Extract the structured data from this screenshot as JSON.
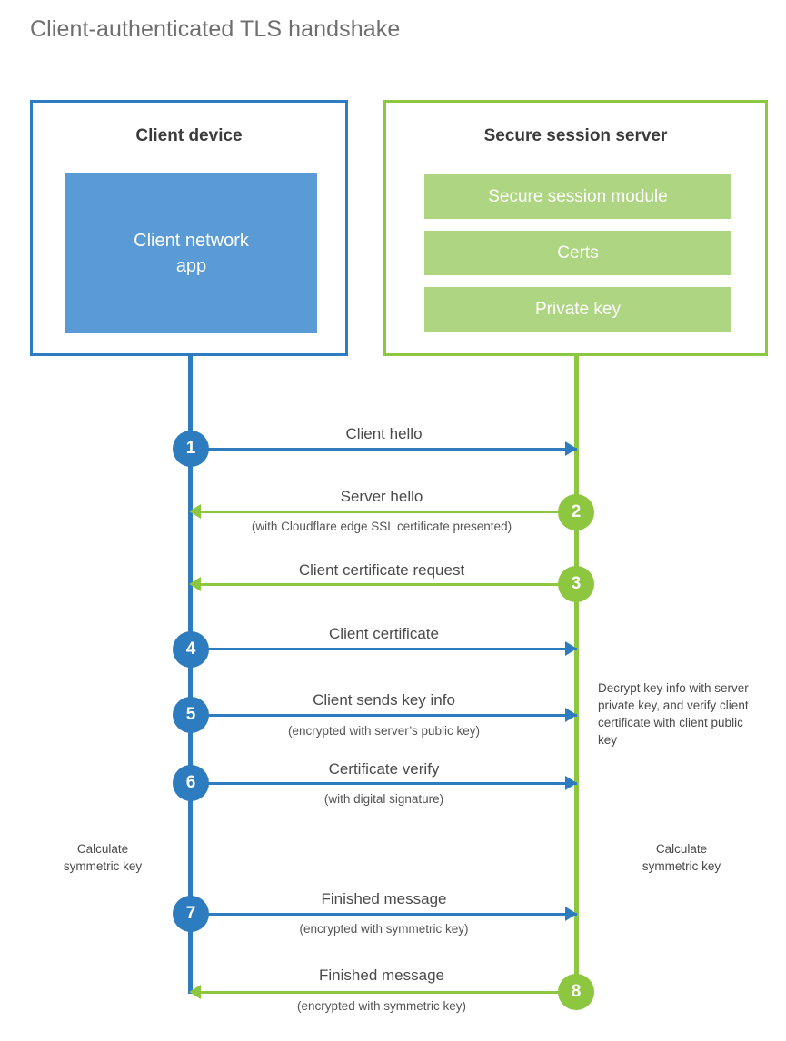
{
  "title": "Client-authenticated TLS handshake",
  "colors": {
    "client_blue": "#2e7cc0",
    "client_app_blue": "#5b9bd5",
    "server_green": "#8dc63f",
    "server_bar_green": "#aed581",
    "text_gray": "#4a4a4a"
  },
  "client": {
    "title": "Client device",
    "app_label": "Client network\napp",
    "app_label_line1": "Client network",
    "app_label_line2": "app"
  },
  "server": {
    "title": "Secure session server",
    "components": [
      {
        "label": "Secure session module"
      },
      {
        "label": "Certs"
      },
      {
        "label": "Private key"
      }
    ]
  },
  "steps": [
    {
      "number": "1",
      "side": "client",
      "direction": "right",
      "label": "Client hello",
      "sublabel": ""
    },
    {
      "number": "2",
      "side": "server",
      "direction": "left",
      "label": "Server hello",
      "sublabel": "(with Cloudflare edge SSL certificate presented)"
    },
    {
      "number": "3",
      "side": "server",
      "direction": "left",
      "label": "Client certificate request",
      "sublabel": ""
    },
    {
      "number": "4",
      "side": "client",
      "direction": "right",
      "label": "Client certificate",
      "sublabel": ""
    },
    {
      "number": "5",
      "side": "client",
      "direction": "right",
      "label": "Client sends key info",
      "sublabel": "(encrypted with server’s public key)"
    },
    {
      "number": "6",
      "side": "client",
      "direction": "right",
      "label": "Certificate verify",
      "sublabel": "(with digital signature)"
    },
    {
      "number": "7",
      "side": "client",
      "direction": "right",
      "label": "Finished message",
      "sublabel": "(encrypted with symmetric key)"
    },
    {
      "number": "8",
      "side": "server",
      "direction": "left",
      "label": "Finished message",
      "sublabel": "(encrypted with symmetric key)"
    }
  ],
  "notes": {
    "server_decrypt": "Decrypt key info with server private key, and verify client certificate with client public key",
    "client_calc_line1": "Calculate",
    "client_calc_line2": "symmetric key",
    "server_calc_line1": "Calculate",
    "server_calc_line2": "symmetric key"
  }
}
